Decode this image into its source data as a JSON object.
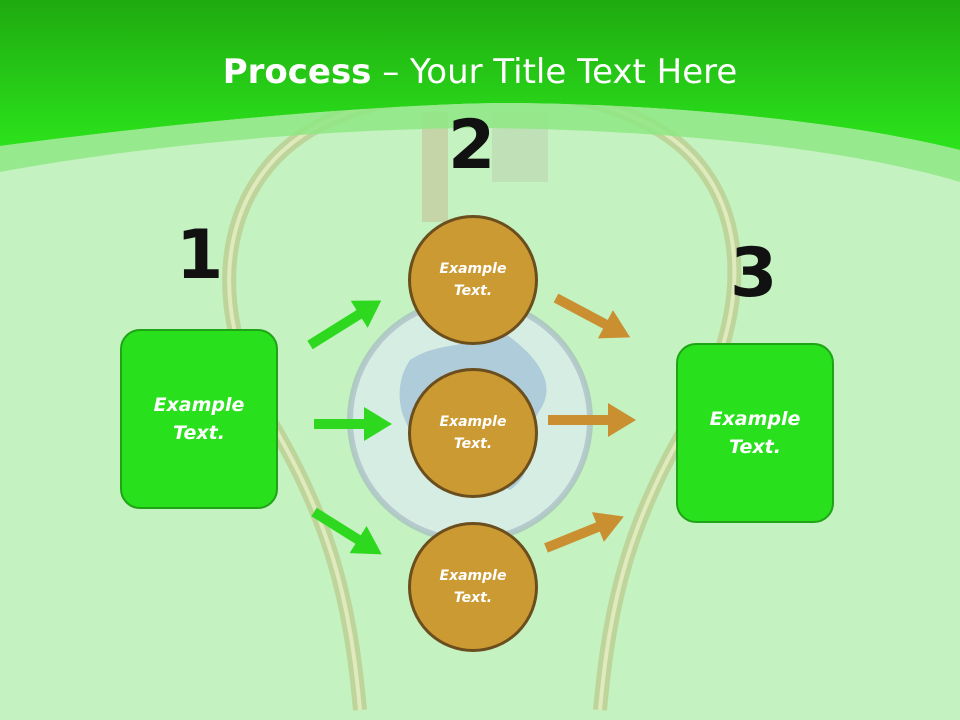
{
  "slide": {
    "title_bold": "Process",
    "title_rest": " – Your Title Text Here",
    "steps": [
      {
        "number": "1",
        "text": "Example\nText."
      },
      {
        "number": "2",
        "items": [
          "Example\nText.",
          "Example\nText.",
          "Example\nText."
        ]
      },
      {
        "number": "3",
        "text": "Example\nText."
      }
    ]
  },
  "colors": {
    "header_green": "#22d814",
    "box_green": "#28e01c",
    "circle_gold": "#cc9a33",
    "arrow_green": "#2ed81e",
    "arrow_gold": "#c98f30"
  }
}
